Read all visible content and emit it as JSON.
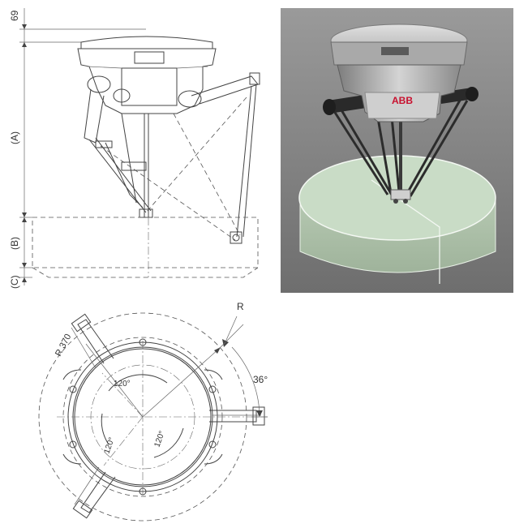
{
  "side_view": {
    "dim_top": "69",
    "label_a": "(A)",
    "label_b": "(B)",
    "label_c": "(C)"
  },
  "render_view": {
    "brand": "ABB"
  },
  "top_view": {
    "label_r": "R",
    "label_r370": "R 370",
    "label_angle": "36°",
    "angle_top": "120°",
    "angle_left": "120°",
    "angle_right": "120°"
  },
  "colors": {
    "render_bg": "#8a8a8a",
    "workspace_fill": "#c9dcc6",
    "brand_red": "#c8102e"
  }
}
